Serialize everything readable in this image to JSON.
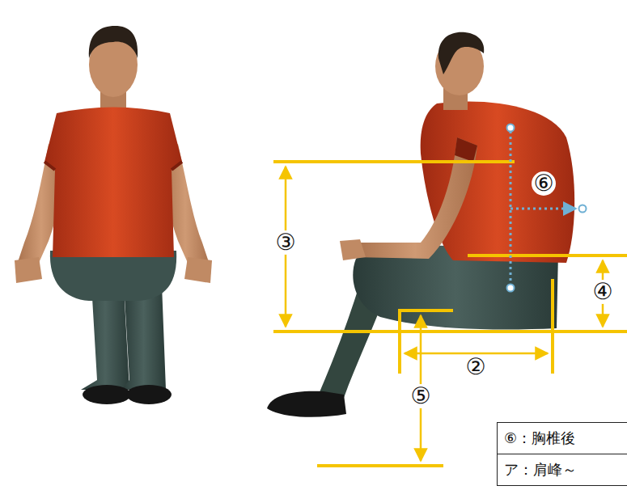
{
  "diagram": {
    "nodes": [
      {
        "text": [
          "⑥：胸椎後",
          "ア：肩峰～"
        ]
      }
    ],
    "labels": [
      "⑥",
      "③",
      "④",
      "②",
      "⑤"
    ]
  }
}
